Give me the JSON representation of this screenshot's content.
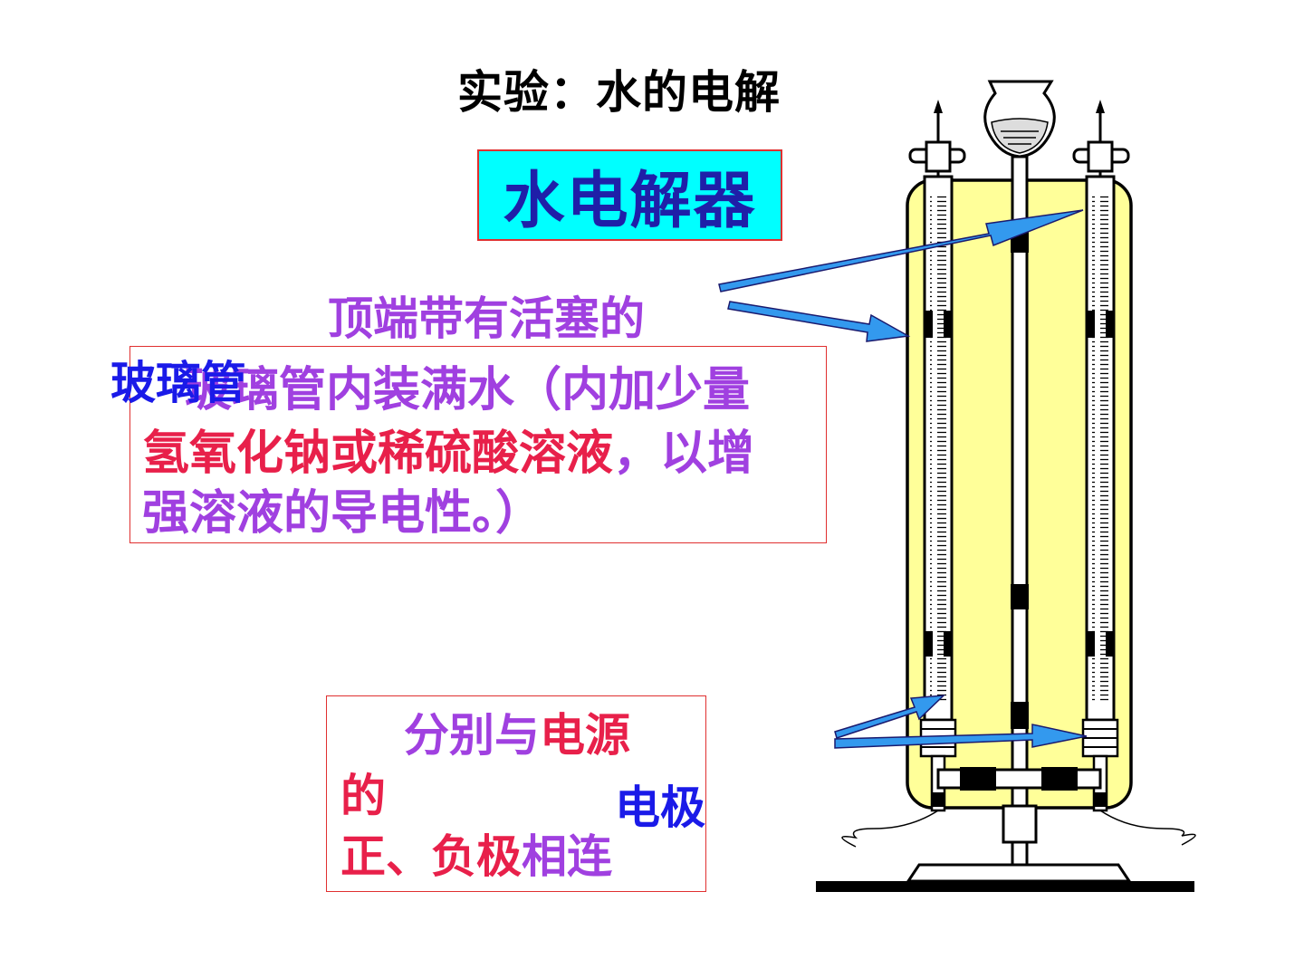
{
  "title": "实验：水的电解",
  "device_label": "水电解器",
  "top_label": "顶端带有活塞的",
  "tube_label": "玻璃管",
  "description": {
    "line1": "玻璃管内装满水（内加少量",
    "line2_a": "氢氧化钠或稀硫酸溶液",
    "line2_b": "，以增",
    "line3": "强溶液的导电性。）"
  },
  "connection": {
    "line1_a": "分别与",
    "line1_b": "电源",
    "line2": "的",
    "line3_a": "正、负极",
    "line3_b": "相连",
    "electrode_label": "电极"
  },
  "colors": {
    "title": "#000000",
    "device_box_bg": "#00ffff",
    "device_text": "#1f1fa8",
    "purple": "#a040e0",
    "blue": "#1a1ae8",
    "crimson": "#e8204a",
    "box_border": "#e03030",
    "apparatus_fill": "#ffff99",
    "arrow": "#3399ee"
  }
}
